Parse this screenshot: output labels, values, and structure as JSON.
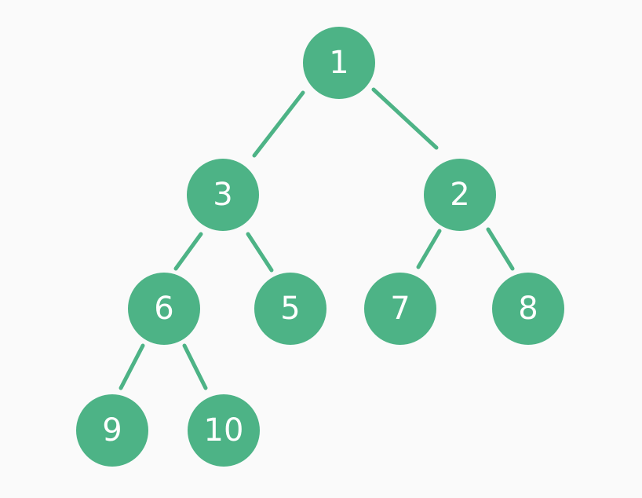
{
  "diagram": {
    "type": "binary-tree",
    "colors": {
      "node_fill": "#4db386",
      "node_text": "#ffffff",
      "edge": "#4db386",
      "background": "#fafafa"
    },
    "nodes": [
      {
        "id": "n1",
        "label": "1"
      },
      {
        "id": "n3",
        "label": "3"
      },
      {
        "id": "n2",
        "label": "2"
      },
      {
        "id": "n6",
        "label": "6"
      },
      {
        "id": "n5",
        "label": "5"
      },
      {
        "id": "n7",
        "label": "7"
      },
      {
        "id": "n8",
        "label": "8"
      },
      {
        "id": "n9",
        "label": "9"
      },
      {
        "id": "n10",
        "label": "10"
      }
    ],
    "edges": [
      {
        "from": "n1",
        "to": "n3"
      },
      {
        "from": "n1",
        "to": "n2"
      },
      {
        "from": "n3",
        "to": "n6"
      },
      {
        "from": "n3",
        "to": "n5"
      },
      {
        "from": "n2",
        "to": "n7"
      },
      {
        "from": "n2",
        "to": "n8"
      },
      {
        "from": "n6",
        "to": "n9"
      },
      {
        "from": "n6",
        "to": "n10"
      }
    ]
  }
}
